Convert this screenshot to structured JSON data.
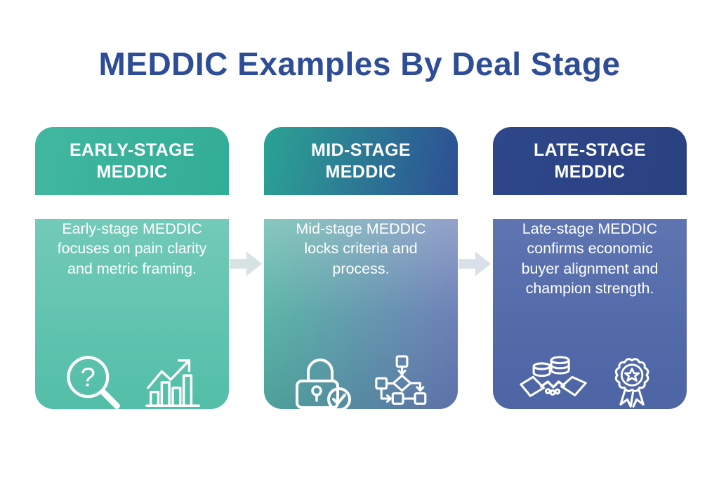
{
  "title": "MEDDIC Examples By Deal Stage",
  "palette": {
    "title_color": "#2d4d96",
    "early_header": "#38b19a",
    "early_body": "#5ec3ae",
    "mid_header_left": "#2ba394",
    "mid_header_right": "#2d4f94",
    "mid_body_left": "#7cc6ba",
    "mid_body_right": "#5e6eae",
    "late_header": "#2c4486",
    "late_body": "#5269a8",
    "arrow_color": "#d8e0e9",
    "icon_stroke": "#ffffff"
  },
  "cards": [
    {
      "header": "EARLY-STAGE MEDDIC",
      "body": "Early-stage MEDDIC focuses on pain clarity and metric framing.",
      "icons": [
        "magnifier-question-icon",
        "bar-chart-growth-icon"
      ]
    },
    {
      "header": "MID-STAGE MEDDIC",
      "body": "Mid-stage MEDDIC locks criteria and process.",
      "icons": [
        "lock-check-icon",
        "flowchart-icon"
      ]
    },
    {
      "header": "LATE-STAGE MEDDIC",
      "body": "Late-stage MEDDIC confirms economic buyer alignment and champion strength.",
      "icons": [
        "handshake-coins-icon",
        "award-ribbon-icon"
      ]
    }
  ],
  "arrows": [
    {
      "name": "flow-arrow-early-to-mid",
      "direction": "right"
    },
    {
      "name": "flow-arrow-mid-to-late",
      "direction": "right"
    }
  ]
}
